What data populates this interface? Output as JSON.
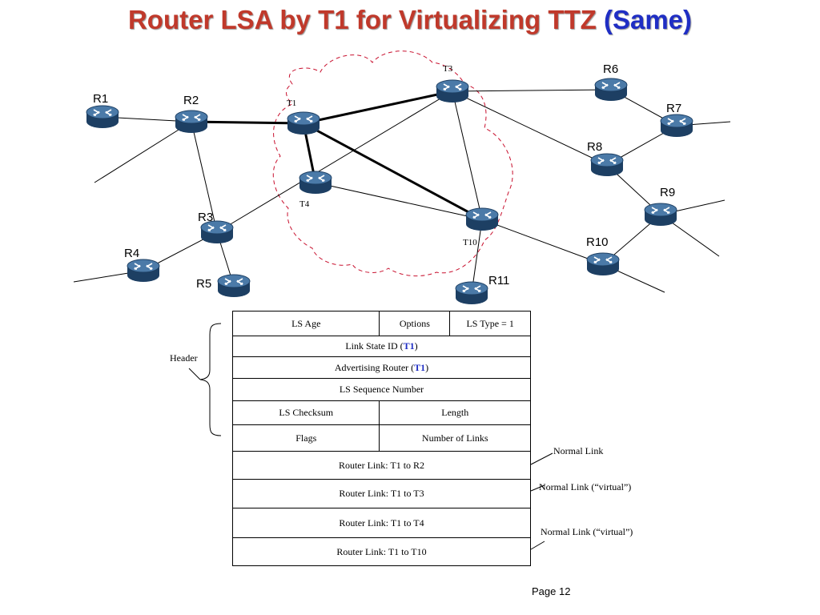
{
  "slide": {
    "title_main": "Router LSA by T1 for Virtualizing TTZ ",
    "title_accent": "(Same)",
    "page_number": "Page 12"
  },
  "topology": {
    "routers": [
      {
        "id": "R1",
        "label": "R1"
      },
      {
        "id": "R2",
        "label": "R2"
      },
      {
        "id": "R3",
        "label": "R3"
      },
      {
        "id": "R4",
        "label": "R4"
      },
      {
        "id": "R5",
        "label": "R5"
      },
      {
        "id": "R6",
        "label": "R6"
      },
      {
        "id": "R7",
        "label": "R7"
      },
      {
        "id": "R8",
        "label": "R8"
      },
      {
        "id": "R9",
        "label": "R9"
      },
      {
        "id": "R10",
        "label": "R10"
      },
      {
        "id": "R11",
        "label": "R11"
      },
      {
        "id": "T1",
        "label": "T1"
      },
      {
        "id": "T3",
        "label": "T3"
      },
      {
        "id": "T4",
        "label": "T4"
      },
      {
        "id": "T10",
        "label": "T10"
      }
    ],
    "links": [
      {
        "from": "R1",
        "to": "R2"
      },
      {
        "from": "R2",
        "to": "T1",
        "bold": true
      },
      {
        "from": "R2",
        "to": "R3"
      },
      {
        "from": "R3",
        "to": "R4"
      },
      {
        "from": "R3",
        "to": "R5"
      },
      {
        "from": "R3",
        "to": "T3"
      },
      {
        "from": "T1",
        "to": "T3",
        "bold": true
      },
      {
        "from": "T1",
        "to": "T4",
        "bold": true
      },
      {
        "from": "T1",
        "to": "T10",
        "bold": true
      },
      {
        "from": "T3",
        "to": "T10"
      },
      {
        "from": "T3",
        "to": "R6"
      },
      {
        "from": "T3",
        "to": "R8"
      },
      {
        "from": "T4",
        "to": "T10"
      },
      {
        "from": "T10",
        "to": "R10"
      },
      {
        "from": "T10",
        "to": "R11"
      },
      {
        "from": "R6",
        "to": "R7"
      },
      {
        "from": "R7",
        "to": "R8"
      },
      {
        "from": "R8",
        "to": "R9"
      },
      {
        "from": "R9",
        "to": "R10"
      }
    ]
  },
  "lsa": {
    "ls_age": "LS Age",
    "options": "Options",
    "ls_type": "LS Type = 1",
    "link_state_id_prefix": "Link State ID (",
    "link_state_id_value": "T1",
    "link_state_id_suffix": ")",
    "adv_router_prefix": "Advertising Router (",
    "adv_router_value": "T1",
    "adv_router_suffix": ")",
    "ls_seq": "LS Sequence Number",
    "ls_checksum": "LS Checksum",
    "length": "Length",
    "flags": "Flags",
    "num_links": "Number of Links",
    "links": [
      "Router Link: T1 to R2",
      "Router Link: T1 to T3",
      "Router Link: T1 to T4",
      "Router Link: T1 to T10"
    ]
  },
  "annotations": {
    "header": "Header",
    "normal_link": "Normal Link",
    "normal_link_virtual_1": "Normal Link (“virtual”)",
    "normal_link_virtual_2": "Normal Link (“virtual”)"
  },
  "colors": {
    "title_red": "#c0392b",
    "title_blue": "#1f2ec4",
    "cloud_dash": "#c8102e",
    "router_body": "#2f5b86"
  },
  "icons": {
    "router": "router-icon"
  }
}
